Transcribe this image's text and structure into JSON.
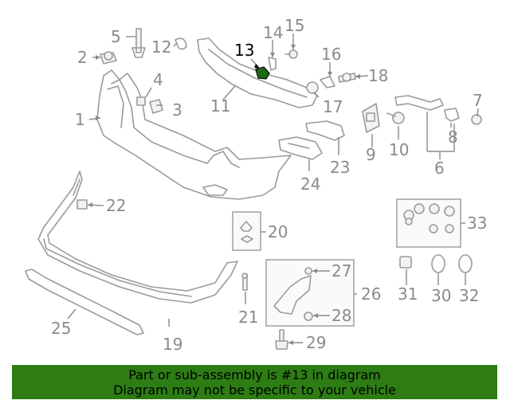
{
  "callouts": {
    "c1": "1",
    "c2": "2",
    "c3": "3",
    "c4": "4",
    "c5": "5",
    "c6": "6",
    "c7": "7",
    "c8": "8",
    "c9": "9",
    "c10": "10",
    "c11": "11",
    "c12": "12",
    "c13": "13",
    "c14": "14",
    "c15": "15",
    "c16": "16",
    "c17": "17",
    "c18": "18",
    "c19": "19",
    "c20": "20",
    "c21": "21",
    "c22": "22",
    "c23": "23",
    "c24": "24",
    "c25": "25",
    "c26": "26",
    "c27": "27",
    "c28": "28",
    "c29": "29",
    "c30": "30",
    "c31": "31",
    "c32": "32",
    "c33": "33"
  },
  "highlighted_part": "13",
  "colors": {
    "banner": "#2d7d14",
    "highlight": "#1e6b0d",
    "line_art": "#9a9a9a"
  },
  "banner": {
    "line1": "Part or sub-assembly is #13 in diagram",
    "line2": "Diagram may not be specific to your vehicle"
  }
}
